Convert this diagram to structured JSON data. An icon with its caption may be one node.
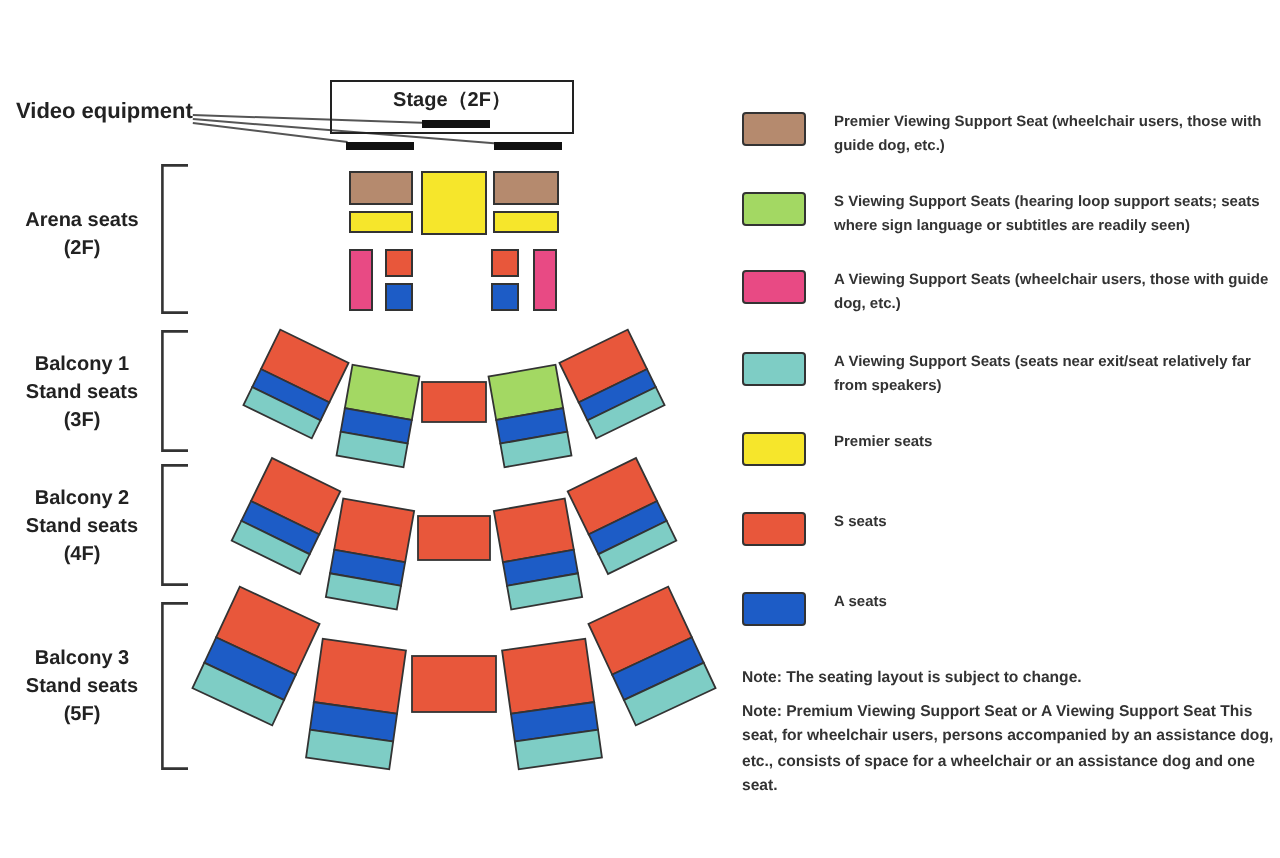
{
  "diagram": {
    "nodes": [
      {
        "text": [
          "Video equipment"
        ]
      },
      {
        "text": [
          "Stage（2F）"
        ]
      },
      {
        "text": [],
        "shape": "bar",
        "in": 1
      },
      {
        "text": [],
        "shape": "bar"
      },
      {
        "text": [],
        "shape": "bar"
      }
    ],
    "edges": [
      {
        "from": 0,
        "to": 2,
        "arrow": "none"
      },
      {
        "from": 0,
        "to": 3,
        "arrow": "none"
      },
      {
        "from": 0,
        "to": 4,
        "arrow": "none"
      }
    ],
    "labels": [
      "Arena seats (2F)",
      "Balcony 1 Stand seats (3F)",
      "Balcony 2 Stand seats (4F)",
      "Balcony 3 Stand seats (5F)",
      "Note: The seating layout is subject to change.",
      "Note: Premium Viewing Support Seat or A Viewing Support Seat This seat, for wheelchair users, persons accompanied by an assistance dog, etc., consists of space for a wheelchair or an assistance dog and one seat."
    ],
    "legend": [
      {
        "text": "Premier Viewing Support Seat (wheelchair users, those with guide dog, etc.)",
        "color": "#b58a6e"
      },
      {
        "text": "S Viewing Support Seats (hearing loop support seats; seats where sign language or subtitles are readily seen)",
        "color": "#a3d863"
      },
      {
        "text": "A Viewing Support Seats (wheelchair users, those with guide dog, etc.)",
        "color": "#e84a84"
      },
      {
        "text": "A Viewing Support Seats (seats near exit/seat relatively far from speakers)",
        "color": "#7ecdc5"
      },
      {
        "text": "Premier seats",
        "color": "#f6e62b"
      },
      {
        "text": "S seats",
        "color": "#e8573b"
      },
      {
        "text": "A seats",
        "color": "#1d5cc6"
      }
    ]
  }
}
